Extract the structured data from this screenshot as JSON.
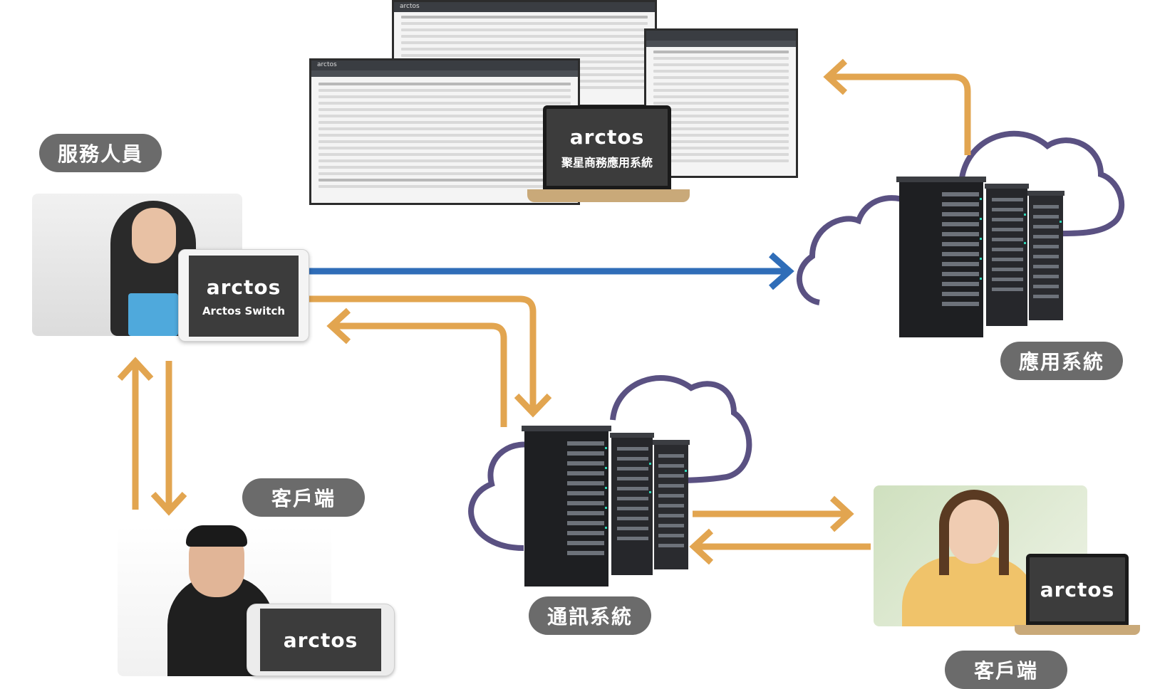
{
  "colors": {
    "arrow_orange": "#e2a550",
    "arrow_blue": "#2f6db8",
    "cloud_purple": "#5a5182",
    "pill_gray": "#6b6b6b"
  },
  "labels": {
    "service_staff": "服務人員",
    "app_system": "應用系統",
    "client_left": "客戶端",
    "comm_system": "通訊系統",
    "client_right": "客戶端"
  },
  "devices": {
    "tablet_logo": "arctos",
    "tablet_caption": "Arctos Switch",
    "laptop_logo": "arctos",
    "laptop_caption": "聚星商務應用系統",
    "phone_logo": "arctos",
    "client_laptop_logo": "arctos"
  },
  "screens": {
    "main_brand": "arctos",
    "back_brand": "arctos"
  },
  "icons": [
    "cloud-icon",
    "server-rack-icon",
    "arrow-icon"
  ]
}
